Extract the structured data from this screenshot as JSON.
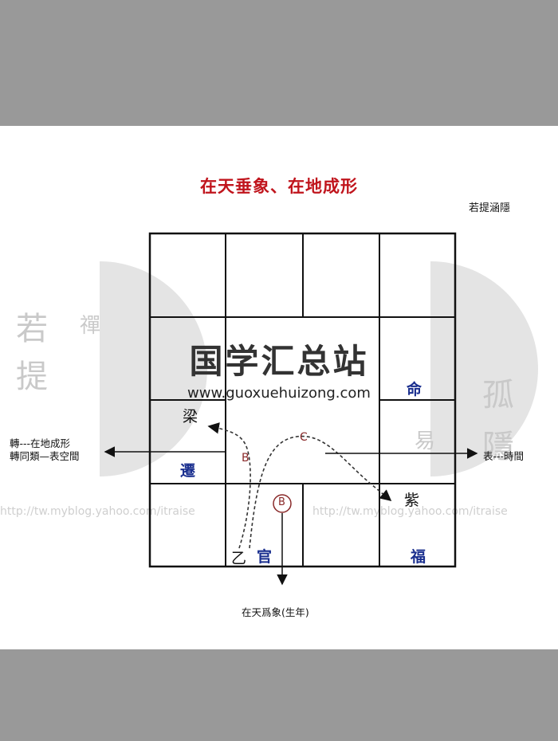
{
  "title": "在天垂象、在地成形",
  "author": "若提涵隱",
  "palaces": {
    "liang": "梁",
    "qian": "遷",
    "ming": "命",
    "zi": "紫",
    "yi": "乙",
    "guan": "官",
    "fu": "福"
  },
  "arrow_labels": {
    "left_line1": "轉---在地成形",
    "left_line2": "轉同類—表空間",
    "right": "表---時間",
    "bottom": "在天爲象(生年)"
  },
  "markers": {
    "b_small": "B",
    "c": "C",
    "b_circled": "B"
  },
  "watermark": {
    "chars": [
      "若",
      "提",
      "孤",
      "隱",
      "禪",
      "易"
    ],
    "url_left": "http://tw.myblog.yahoo.com/itraise",
    "url_right": "http://tw.myblog.yahoo.com/itraise"
  },
  "overlay": {
    "site_name": "国学汇总站",
    "site_url": "www.guoxuehuizong.com"
  }
}
